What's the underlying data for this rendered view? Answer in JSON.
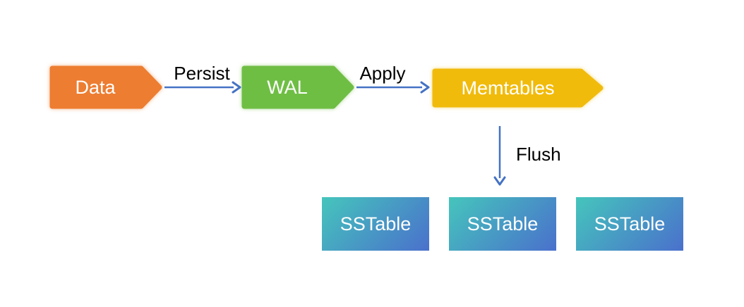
{
  "diagram": {
    "background_color": "#FFFFFF",
    "nodes": [
      {
        "id": "data",
        "label": "Data",
        "fill": "#ED7D31"
      },
      {
        "id": "wal",
        "label": "WAL",
        "fill": "#6FBE44"
      },
      {
        "id": "memtables",
        "label": "Memtables",
        "fill": "#F1BB0C"
      }
    ],
    "edges": [
      {
        "id": "persist",
        "label": "Persist"
      },
      {
        "id": "apply",
        "label": "Apply"
      },
      {
        "id": "flush",
        "label": "Flush"
      }
    ],
    "sstables": [
      {
        "label": "SSTable"
      },
      {
        "label": "SSTable"
      },
      {
        "label": "SSTable"
      }
    ],
    "colors": {
      "arrow": "#4472C4",
      "node_text": "#FFFFFF",
      "edge_label_text": "#000000",
      "sstable_text": "#FFFFFF",
      "sstable_gradient": "linear-gradient(135deg, #45C5BC 0%, #4A70CC 100%)"
    }
  }
}
